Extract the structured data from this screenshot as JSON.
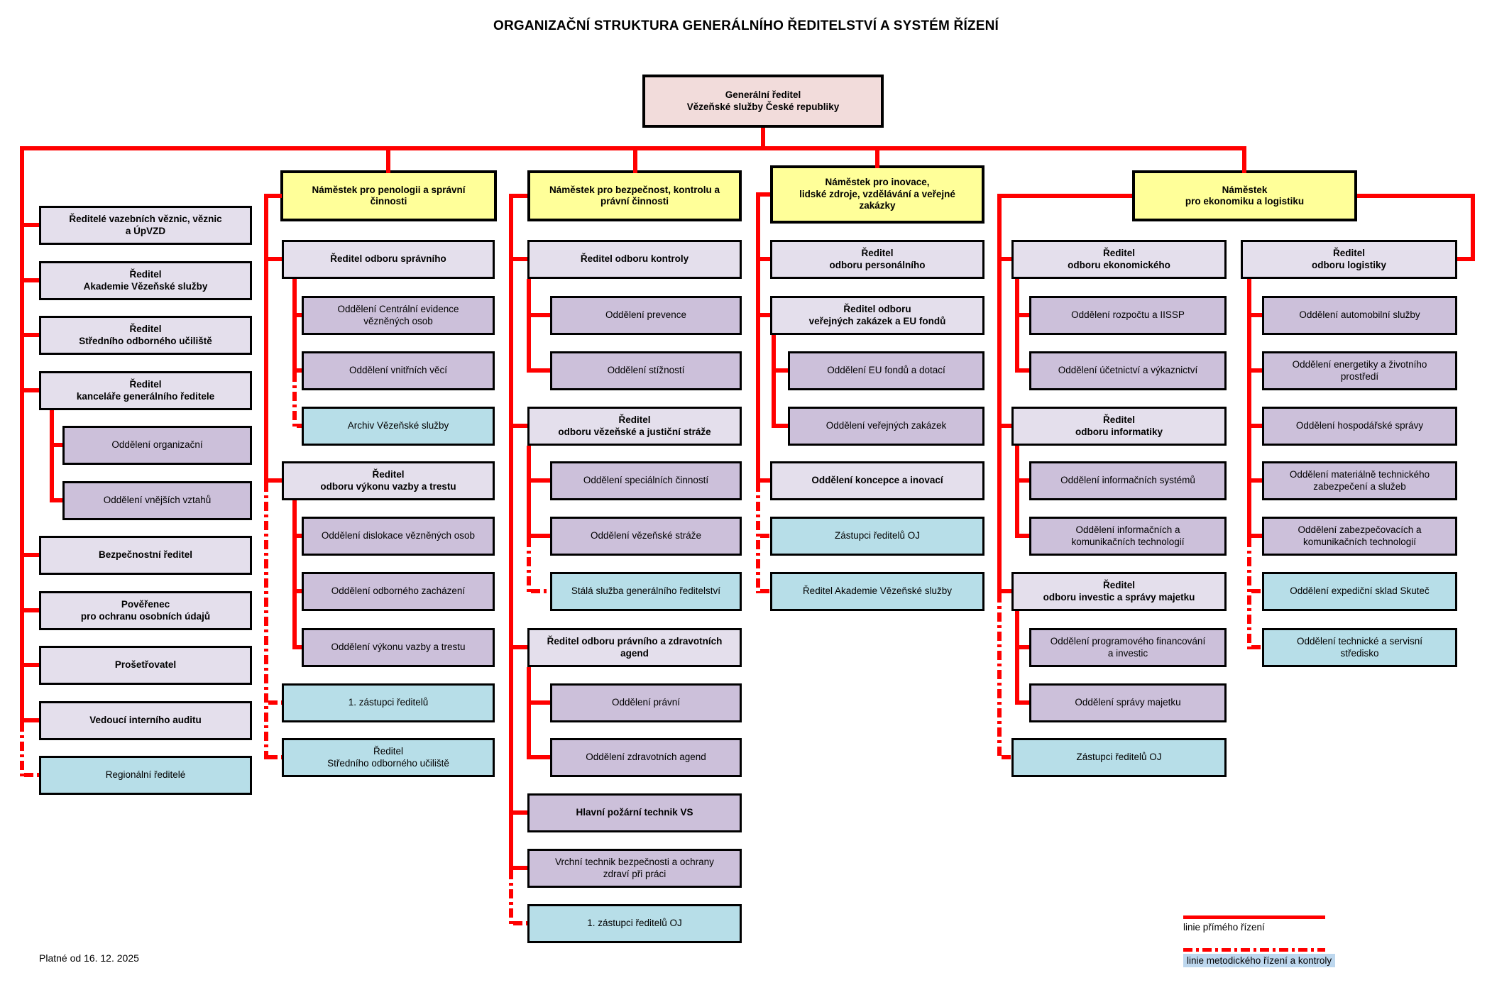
{
  "title": "ORGANIZAČNÍ STRUKTURA GENERÁLNÍHO ŘEDITELSTVÍ A SYSTÉM ŘÍZENÍ",
  "general_director": "Generální ředitel\nVězeňské služby České republiky",
  "left": [
    "Ředitelé vazebních věznic, věznic\na ÚpVZD",
    "Ředitel\nAkademie Vězeňské služby",
    "Ředitel\nStředního odborného učiliště",
    "Ředitel\nkanceláře generálního ředitele",
    "Oddělení organizační",
    "Oddělení vnějších vztahů",
    "Bezpečnostní ředitel",
    "Pověřenec\npro ochranu osobních údajů",
    "Prošetřovatel",
    "Vedoucí interního auditu",
    "Regionální ředitelé"
  ],
  "penology": {
    "header": "Náměstek pro penologii a správní\nčinnosti",
    "boxes": [
      "Ředitel odboru správního",
      "Oddělení Centrální evidence\nvězněných osob",
      "Oddělení vnitřních věcí",
      "Archiv Vězeňské služby",
      "Ředitel\nodboru výkonu vazby a trestu",
      "Oddělení dislokace vězněných osob",
      "Oddělení odborného zacházení",
      "Oddělení výkonu vazby a trestu",
      "1. zástupci ředitelů",
      "Ředitel\nStředního odborného učiliště"
    ]
  },
  "security": {
    "header": "Náměstek pro bezpečnost, kontrolu a\nprávní činnosti",
    "boxes": [
      "Ředitel odboru kontroly",
      "Oddělení prevence",
      "Oddělení stížností",
      "Ředitel\nodboru vězeňské a justiční stráže",
      "Oddělení speciálních činností",
      "Oddělení vězeňské stráže",
      "Stálá služba generálního ředitelství",
      "Ředitel odboru právního a zdravotních\nagend",
      "Oddělení právní",
      "Oddělení zdravotních agend",
      "Hlavní požární technik VS",
      "Vrchní technik bezpečnosti a ochrany\nzdraví při práci",
      "1. zástupci ředitelů OJ"
    ]
  },
  "innovation": {
    "header": "Náměstek pro inovace,\nlidské zdroje, vzdělávání a veřejné\nzakázky",
    "boxes": [
      "Ředitel\nodboru personálního",
      "Ředitel odboru\nveřejných zakázek a EU fondů",
      "Oddělení EU fondů a dotací",
      "Oddělení veřejných zakázek",
      "Oddělení koncepce a inovací",
      "Zástupci ředitelů OJ",
      "Ředitel Akademie Vězeňské služby"
    ]
  },
  "economy": {
    "header": "Náměstek\npro ekonomiku a logistiku",
    "economic": [
      "Ředitel\nodboru ekonomického",
      "Oddělení rozpočtu a IISSP",
      "Oddělení účetnictví a výkaznictví",
      "Ředitel\nodboru informatiky",
      "Oddělení informačních systémů",
      "Oddělení informačních a\nkomunikačních technologií",
      "Ředitel\nodboru investic a správy majetku",
      "Oddělení programového financování\na investic",
      "Oddělení správy majetku",
      "Zástupci ředitelů OJ"
    ],
    "logistics": [
      "Ředitel\nodboru logistiky",
      "Oddělení automobilní služby",
      "Oddělení energetiky a životního\nprostředí",
      "Oddělení hospodářské správy",
      "Oddělení materiálně technického\nzabezpečení a služeb",
      "Oddělení zabezpečovacích a\nkomunikačních technologií",
      "Oddělení expediční sklad Skuteč",
      "Oddělení technické a servisní\nstředisko"
    ]
  },
  "legend": {
    "direct": "linie přímého řízení",
    "methodical": "linie metodického řízení a kontroly"
  },
  "footer": "Platné od 16. 12. 2025",
  "colors": {
    "line": "#FF0000",
    "director_fill": "#E4DFEC",
    "department_fill": "#CCC0DA",
    "external_fill": "#B7DEE8",
    "deputy_header_fill": "#FFFF99",
    "top_fill": "#F2DCDB",
    "legend_highlight": "#BDD7EE"
  }
}
